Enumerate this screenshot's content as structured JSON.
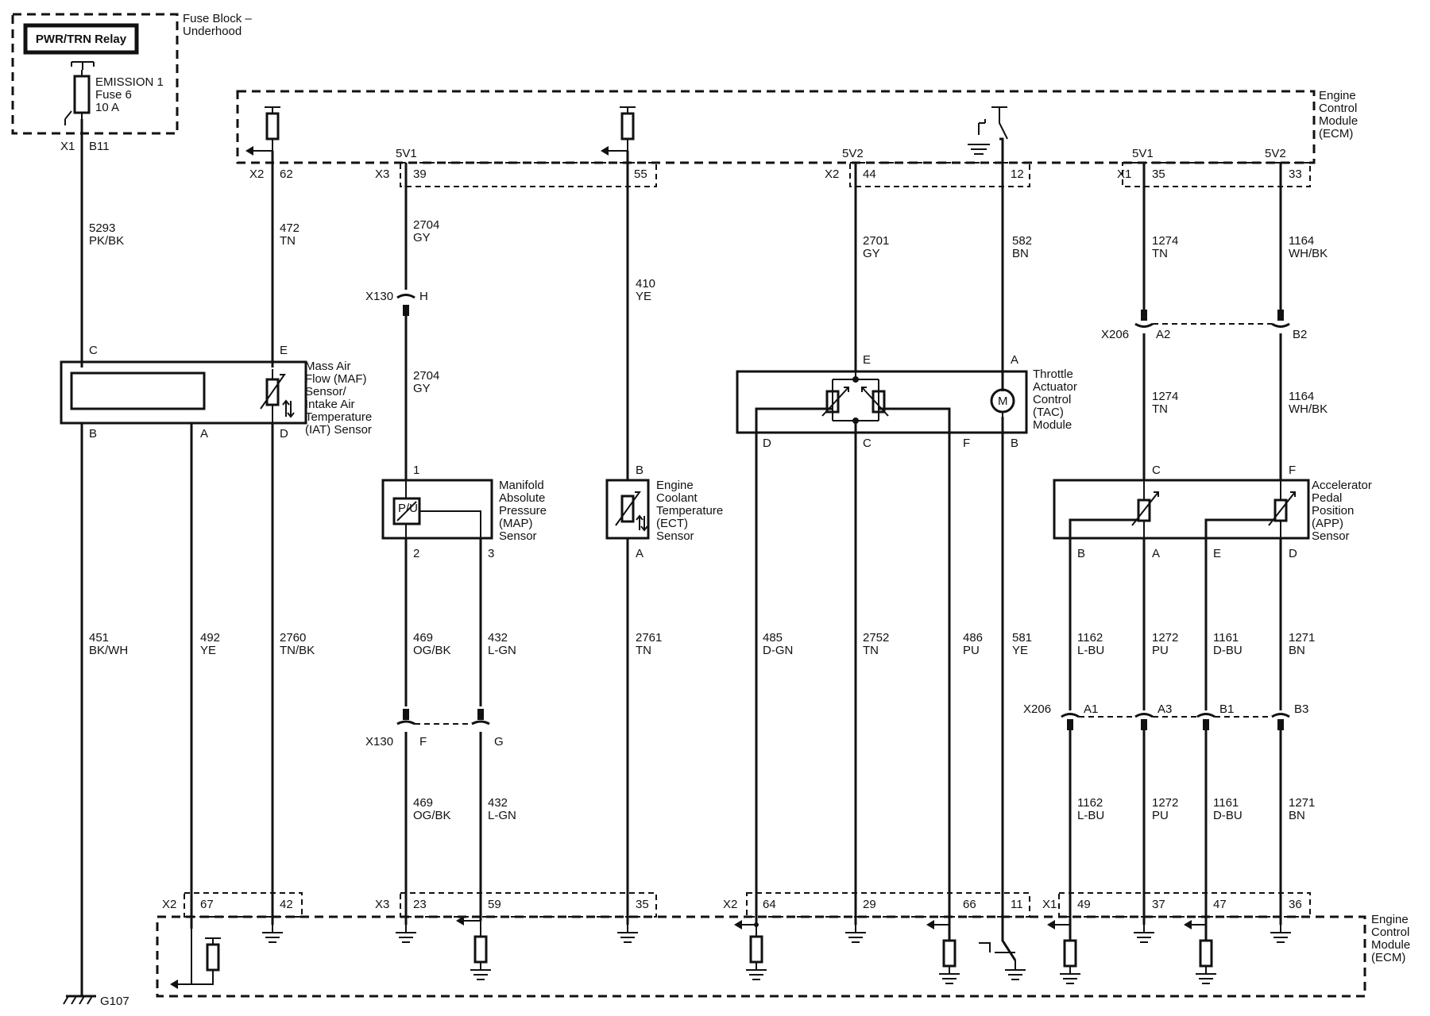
{
  "fuse_block": {
    "title_line1": "Fuse Block –",
    "title_line2": "Underhood",
    "relay_label": "PWR/TRN Relay",
    "fuse_line1": "EMISSION 1",
    "fuse_line2": "Fuse 6",
    "fuse_line3": "10 A",
    "connector": "X1",
    "pin": "B11"
  },
  "ecm": {
    "line1": "Engine",
    "line2": "Control",
    "line3": "Module",
    "line4": "(ECM)"
  },
  "ecm_top_pins": {
    "x2": "X2",
    "p62": "62",
    "x3": "X3",
    "p39": "39",
    "p55": "55",
    "x2b": "X2",
    "p44": "44",
    "p12": "12",
    "x1": "X1",
    "p35": "35",
    "p33": "33"
  },
  "ecm_refs": {
    "r1": "5V1",
    "r2": "5V2",
    "r3": "5V1",
    "r4": "5V2"
  },
  "ecm_bottom_pins": {
    "x2": "X2",
    "p67": "67",
    "p42": "42",
    "x3": "X3",
    "p23": "23",
    "p59": "59",
    "p35": "35",
    "x2b": "X2",
    "p64": "64",
    "p29": "29",
    "p66": "66",
    "p11": "11",
    "x1": "X1",
    "p49": "49",
    "p37": "37",
    "p47": "47",
    "p36": "36"
  },
  "wires": {
    "w5293": {
      "num": "5293",
      "color": "PK/BK"
    },
    "w472": {
      "num": "472",
      "color": "TN"
    },
    "w2704a": {
      "num": "2704",
      "color": "GY"
    },
    "w2704b": {
      "num": "2704",
      "color": "GY"
    },
    "w410": {
      "num": "410",
      "color": "YE"
    },
    "w2701": {
      "num": "2701",
      "color": "GY"
    },
    "w582": {
      "num": "582",
      "color": "BN"
    },
    "w1274a": {
      "num": "1274",
      "color": "TN"
    },
    "w1164a": {
      "num": "1164",
      "color": "WH/BK"
    },
    "w1274b": {
      "num": "1274",
      "color": "TN"
    },
    "w1164b": {
      "num": "1164",
      "color": "WH/BK"
    },
    "w451": {
      "num": "451",
      "color": "BK/WH"
    },
    "w492": {
      "num": "492",
      "color": "YE"
    },
    "w2760": {
      "num": "2760",
      "color": "TN/BK"
    },
    "w469a": {
      "num": "469",
      "color": "OG/BK"
    },
    "w432a": {
      "num": "432",
      "color": "L-GN"
    },
    "w469b": {
      "num": "469",
      "color": "OG/BK"
    },
    "w432b": {
      "num": "432",
      "color": "L-GN"
    },
    "w2761": {
      "num": "2761",
      "color": "TN"
    },
    "w485": {
      "num": "485",
      "color": "D-GN"
    },
    "w2752": {
      "num": "2752",
      "color": "TN"
    },
    "w486": {
      "num": "486",
      "color": "PU"
    },
    "w581": {
      "num": "581",
      "color": "YE"
    },
    "w1162a": {
      "num": "1162",
      "color": "L-BU"
    },
    "w1272a": {
      "num": "1272",
      "color": "PU"
    },
    "w1161a": {
      "num": "1161",
      "color": "D-BU"
    },
    "w1271a": {
      "num": "1271",
      "color": "BN"
    },
    "w1162b": {
      "num": "1162",
      "color": "L-BU"
    },
    "w1272b": {
      "num": "1272",
      "color": "PU"
    },
    "w1161b": {
      "num": "1161",
      "color": "D-BU"
    },
    "w1271b": {
      "num": "1271",
      "color": "BN"
    }
  },
  "connectors": {
    "x130_top": {
      "name": "X130",
      "pin": "H"
    },
    "x130_bot": {
      "name": "X130",
      "pin_f": "F",
      "pin_g": "G"
    },
    "x206_top": {
      "name": "X206",
      "pin_a2": "A2",
      "pin_b2": "B2"
    },
    "x206_bot": {
      "name": "X206",
      "pin_a1": "A1",
      "pin_a3": "A3",
      "pin_b1": "B1",
      "pin_b3": "B3"
    }
  },
  "maf": {
    "label1": "Mass Air",
    "label2": "Flow (MAF)",
    "label3": "Sensor/",
    "label4": "Intake Air",
    "label5": "Temperature",
    "label6": "(IAT) Sensor",
    "pin_c": "C",
    "pin_e": "E",
    "pin_b": "B",
    "pin_a": "A",
    "pin_d": "D"
  },
  "map": {
    "label1": "Manifold",
    "label2": "Absolute",
    "label3": "Pressure",
    "label4": "(MAP)",
    "label5": "Sensor",
    "pin_1": "1",
    "pin_2": "2",
    "pin_3": "3",
    "symbol": "P/U"
  },
  "ect": {
    "label1": "Engine",
    "label2": "Coolant",
    "label3": "Temperature",
    "label4": "(ECT)",
    "label5": "Sensor",
    "pin_b": "B",
    "pin_a": "A"
  },
  "tac": {
    "label1": "Throttle",
    "label2": "Actuator",
    "label3": "Control",
    "label4": "(TAC)",
    "label5": "Module",
    "pin_e": "E",
    "pin_a": "A",
    "pin_d": "D",
    "pin_c": "C",
    "pin_f": "F",
    "pin_b": "B",
    "motor": "M"
  },
  "app": {
    "label1": "Accelerator",
    "label2": "Pedal",
    "label3": "Position",
    "label4": "(APP)",
    "label5": "Sensor",
    "pin_c": "C",
    "pin_f": "F",
    "pin_b": "B",
    "pin_a": "A",
    "pin_e": "E",
    "pin_d": "D"
  },
  "ground": {
    "name": "G107"
  }
}
